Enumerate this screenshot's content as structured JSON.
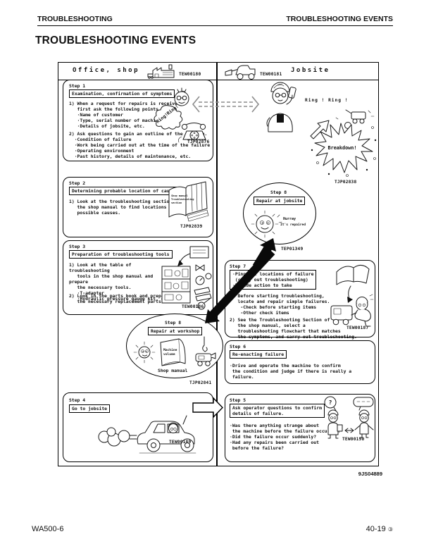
{
  "page": {
    "running_header_left": "TROUBLESHOOTING",
    "running_header_right": "TROUBLESHOOTING EVENTS",
    "title": "TROUBLESHOOTING EVENTS",
    "figure_number": "9JS04889",
    "footer_model": "WA500-6",
    "footer_page": "40-19",
    "footer_mark": "③"
  },
  "diagram": {
    "header": {
      "left_title": "Office, shop",
      "left_art": "TEW00180",
      "right_art": "TEW00181",
      "right_title": "Jobsite"
    },
    "step1": {
      "label": "Step 1",
      "title": "Examination, confirmation of symptoms",
      "item1": "1) When a request for repairs is received,\n   first ask the following points.\n   ·Name of customer\n   ·Type, serial number of machine\n   ·Details of jobsite, etc.",
      "item2": "2) Ask questions to gain an outline of the problem.\n  ·Condition of failure\n  ·Work being carried out at the time of the failure\n  ·Operating environment\n  ·Past history, details of maintenance, etc.",
      "ring_text": "Ring!Ring!",
      "art": "TJP02876"
    },
    "step2": {
      "label": "Step 2",
      "title": "Determining probable location of cause",
      "item1": "1) Look at the troubleshooting section of\n   the shop manual to find locations of\n   possible causes.",
      "book_line1": "Shop manual",
      "book_line2": "Troubleshooting",
      "book_line3": "section",
      "art": "TJP02839"
    },
    "step3": {
      "label": "Step 3",
      "title": "Preparation of troubleshooting tools",
      "item1": "1) Look at the table of troubleshooting\n   tools in the shop manual and prepare\n   the necessary tools.\n   ·T-adapter\n   ·Hydraulic pressure gauge kit, etc.",
      "item2": "2) Look in the parts book and prepare\n   the necessary replacement parts.",
      "art": "TEW00186"
    },
    "step4": {
      "label": "Step 4",
      "title": "Go to jobsite",
      "art": "TEW00189"
    },
    "step5": {
      "label": "Step 5",
      "title": "Ask operator questions to confirm\ndetails of failure.",
      "item1": "·Was there anything strange about\n the machine before the failure occurred?\n·Did the failure occur suddenly?\n·Had any repairs been carried out\n before the failure?",
      "bubble": "?",
      "art": "TEW00190"
    },
    "step6": {
      "label": "Step 6",
      "title": "Re-enacting failure",
      "item1": "·Drive and operate the machine to confirm\n the condition and judge if there is really a\n failure."
    },
    "step7": {
      "label": "Step 7",
      "title": "·Pinpoint locations of failure\n (carry out troubleshooting)\n·Decide action to take",
      "item1": "1) Before starting troubleshooting,\n   locate and repair simple failures.\n    -Check before starting items\n    -Other check items",
      "item2": "2) See the Troubleshooting Section of\n   the shop manual, select a\n   troubleshooting flowchart that matches\n   the symptoms, and carry out troubleshooting.",
      "art": "TEW00187"
    },
    "step8_workshop": {
      "label": "Step 8",
      "title": "Repair at workshop",
      "book_line1": "Machine",
      "book_line2": "volume",
      "caption": "Shop manual",
      "art": "TJP02841"
    },
    "step8_jobsite": {
      "label": "Step 8",
      "title": "Repair at jobsite",
      "cheer_line1": "Hurray",
      "cheer_line2": "It's repaired",
      "art": "TEP01349"
    },
    "jobsite_scene": {
      "ring_text": "Ring ! Ring !",
      "breakdown_text": "Breakdown!",
      "art": "TJP02838"
    }
  }
}
